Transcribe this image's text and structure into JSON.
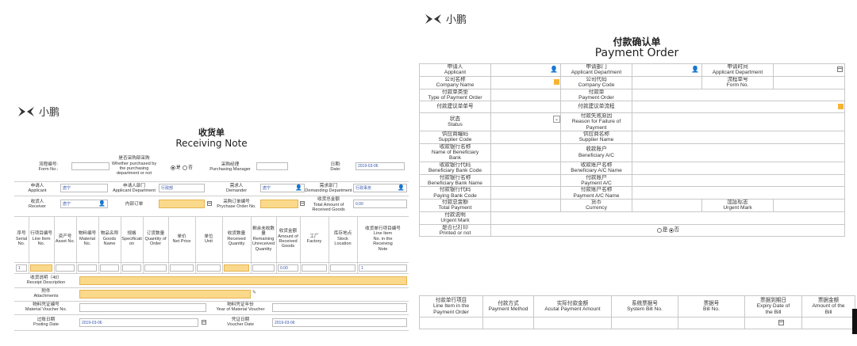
{
  "brand": {
    "logo_text": "小鹏"
  },
  "receiving_note": {
    "title_cn": "收货单",
    "title_en": "Receiving Note",
    "form_no": {
      "label": "流程编号:\nForm No.:",
      "value": ""
    },
    "purchased_by_dept": {
      "label": "是否采购部采购\nWhether purchased by\nthe purchasing\ndepartment or not",
      "options": [
        "是",
        "否"
      ],
      "selected": "是"
    },
    "purchasing_manager": {
      "label": "采购经理\nPurchasing Manager",
      "value": ""
    },
    "date": {
      "label": "日期:\nDate:",
      "value": "2019-03-06"
    },
    "applicant": {
      "label": "申请人\nApplicant",
      "value": "唐宁"
    },
    "applicant_department": {
      "label": "申请人部门\nApplicant Department",
      "value": "行政部"
    },
    "demander": {
      "label": "需求人\nDemander",
      "value": "唐宁"
    },
    "demanding_department": {
      "label": "需求部门\nDemanding Department",
      "value": "行政事务"
    },
    "receiver": {
      "label": "收货人\nReceiver",
      "value": "唐宁"
    },
    "internal_order": {
      "label": "内部订单",
      "value": ""
    },
    "purchase_order_no": {
      "label": "采购订单编号\nPrychase Order No.",
      "value": ""
    },
    "total_amount": {
      "label": "收货总金额\nTotal Amount of\nReceived Goods",
      "value": "0.00"
    },
    "columns": [
      "序号\nSerial\nNo.",
      "行项目编号\nLine Item\nNo.",
      "资产号\nAsset No.",
      "物料编号\nMaterial\nNo.",
      "物品名称\nGoods\nName",
      "规格\nSpecificati\non",
      "订货数量\nQuantity of\nOrder",
      "单价\nNet Price",
      "单位\nUnit",
      "收货数量\nReceived\nQuantity",
      "剩余未收数量\nRemaining\nUnreceived\nQuantity",
      "收货金额\nAmount of\nReceived\nGoods",
      "工厂\nFactory",
      "库存地点\nStock\nLocation",
      "收货单行项目编号\nLine Item\nNo. in the\nReceiving\nNote"
    ],
    "row": {
      "serial": "1",
      "amount": "0.00",
      "line_no": "1"
    },
    "receipt_description": {
      "label": "收货说明（40）\nReceipt Description",
      "value": ""
    },
    "attachments": {
      "label": "附件\nAttachments",
      "value": ""
    },
    "material_voucher_no": {
      "label": "物料凭证编号\nMaterial Voucher No.",
      "value": ""
    },
    "voucher_year": {
      "label": "物料凭证年份\nYear of Material Voucher",
      "value": ""
    },
    "posting_date": {
      "label": "过账日期\nPosting Date",
      "value": "2019-03-06"
    },
    "voucher_date": {
      "label": "凭证日期\nVoucher Date",
      "value": "2019-03-06"
    }
  },
  "payment_order": {
    "title_cn": "付款确认单",
    "title_en": "Payment Order",
    "fields": {
      "applicant": "申请人\nApplicant",
      "applicant_department": "申请部门\nApplicant Department",
      "applicant_time": "申请时间\nApplicant Department",
      "company_name": "公司名称\nCompany Name",
      "company_code": "公司代码\nCompany Code",
      "form_no": "流程单号\nForm No.",
      "type_of_payment_order": "付款单类型\nType of Payment Order",
      "payment_order": "付款单\nPayment Order",
      "suggestion_no": "付款建议单单号",
      "suggestion_flow": "付款建议单流程",
      "status": "状态\nStatus",
      "failure_reason": "付款失败原因\nReason for Failure of\nPayment",
      "supplier_code": "供应商编码\nSupplier Code",
      "supplier_name": "供应商名称\nSupplier Name",
      "beneficiary_bank": "收款银行名称\nName of Beneficiary\nBank",
      "beneficiary_ac": "收款账户\nBeneficiary A/C",
      "beneficiary_bank_code": "收款银行代码\nBeneficiary Bank Code",
      "beneficiary_ac_name": "收款账户名称\nBeneficiary A/C Name",
      "pay_bank_name": "付款银行名称\nBeneficiary Bank Name",
      "payment_ac": "付款账户\nPayment A/C",
      "paying_bank_code": "付款银行代码\nPaying Bank Code",
      "payment_ac_name": "付款账户名称\nPayment A/C Name",
      "total_payment": "付款总金额\nTotal Payment",
      "currency": "货币\nCurrency",
      "urgent_mark": "加急标志\nUrgent Mark",
      "payment_desc": "付款说明\nUrgent Mark",
      "printed": "是否已打印\nPrinted or not"
    },
    "printed_options": [
      "是",
      "否"
    ],
    "printed_selected": "否",
    "line_columns": [
      "付款单行项目\nLine Item in the\nPayment Order",
      "付款方式\nPayment Method",
      "实际付款金额\nAcutal Payment Amount",
      "系统票据号\nSystem Bill No.",
      "票据号\nBill No.",
      "票据到期日\nExpiry Date of\nthe Bill",
      "票据金额\nAmount of the\nBill"
    ]
  }
}
